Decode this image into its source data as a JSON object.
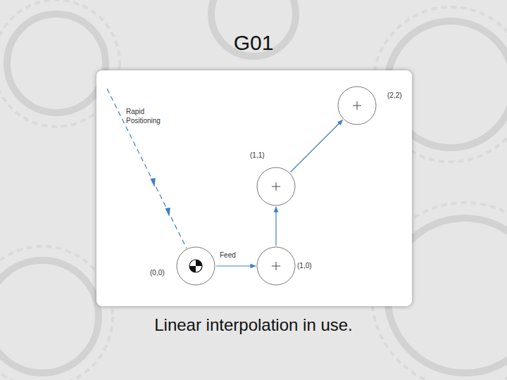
{
  "diagram": {
    "title": "G01",
    "caption": "Linear interpolation in use.",
    "nodes": [
      {
        "text": [
          "(0,0)"
        ]
      },
      {
        "text": [
          "(1,0)"
        ]
      },
      {
        "text": [
          "(1,1)"
        ]
      },
      {
        "text": [
          "(2,2)"
        ]
      }
    ],
    "edges": [
      {
        "from": 0,
        "to": 1,
        "arrow": "to",
        "label": "Feed"
      },
      {
        "from": 1,
        "to": 2,
        "arrow": "to"
      },
      {
        "from": 2,
        "to": 3,
        "arrow": "to"
      }
    ],
    "labels": [
      "Rapid Positioning"
    ]
  }
}
